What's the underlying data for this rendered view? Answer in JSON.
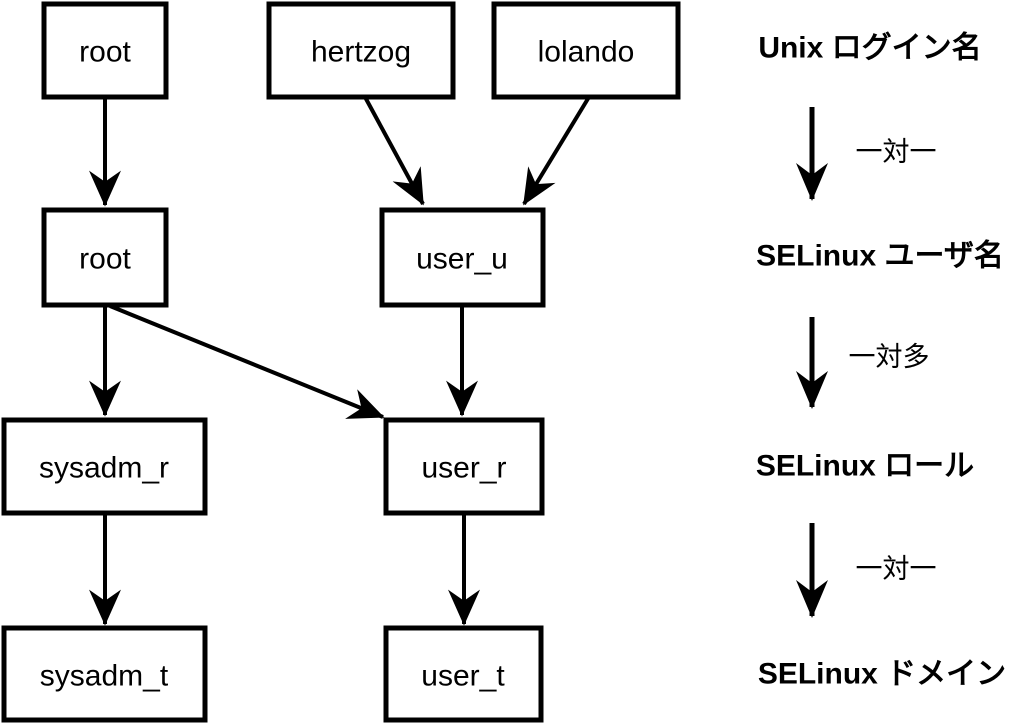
{
  "colors": {
    "background": "#ffffff",
    "line": "#000000",
    "text": "#000000"
  },
  "nodes": {
    "unix_root": "root",
    "unix_hertzog": "hertzog",
    "unix_lolando": "lolando",
    "selinux_root": "root",
    "selinux_user_u": "user_u",
    "role_sysadm_r": "sysadm_r",
    "role_user_r": "user_r",
    "domain_sysadm_t": "sysadm_t",
    "domain_user_t": "user_t"
  },
  "edges": [
    {
      "from": "unix_root",
      "to": "selinux_root"
    },
    {
      "from": "unix_hertzog",
      "to": "selinux_user_u"
    },
    {
      "from": "unix_lolando",
      "to": "selinux_user_u"
    },
    {
      "from": "selinux_root",
      "to": "role_sysadm_r"
    },
    {
      "from": "selinux_root",
      "to": "role_user_r"
    },
    {
      "from": "selinux_user_u",
      "to": "role_user_r"
    },
    {
      "from": "role_sysadm_r",
      "to": "domain_sysadm_t"
    },
    {
      "from": "role_user_r",
      "to": "domain_user_t"
    }
  ],
  "legend": {
    "levels": [
      {
        "label": "Unix ログイン名"
      },
      {
        "label": "SELinux ユーザ名"
      },
      {
        "label": "SELinux ロール"
      },
      {
        "label": "SELinux ドメイン"
      }
    ],
    "relations": [
      {
        "label": "一対一"
      },
      {
        "label": "一対多"
      },
      {
        "label": "一対一"
      }
    ]
  }
}
